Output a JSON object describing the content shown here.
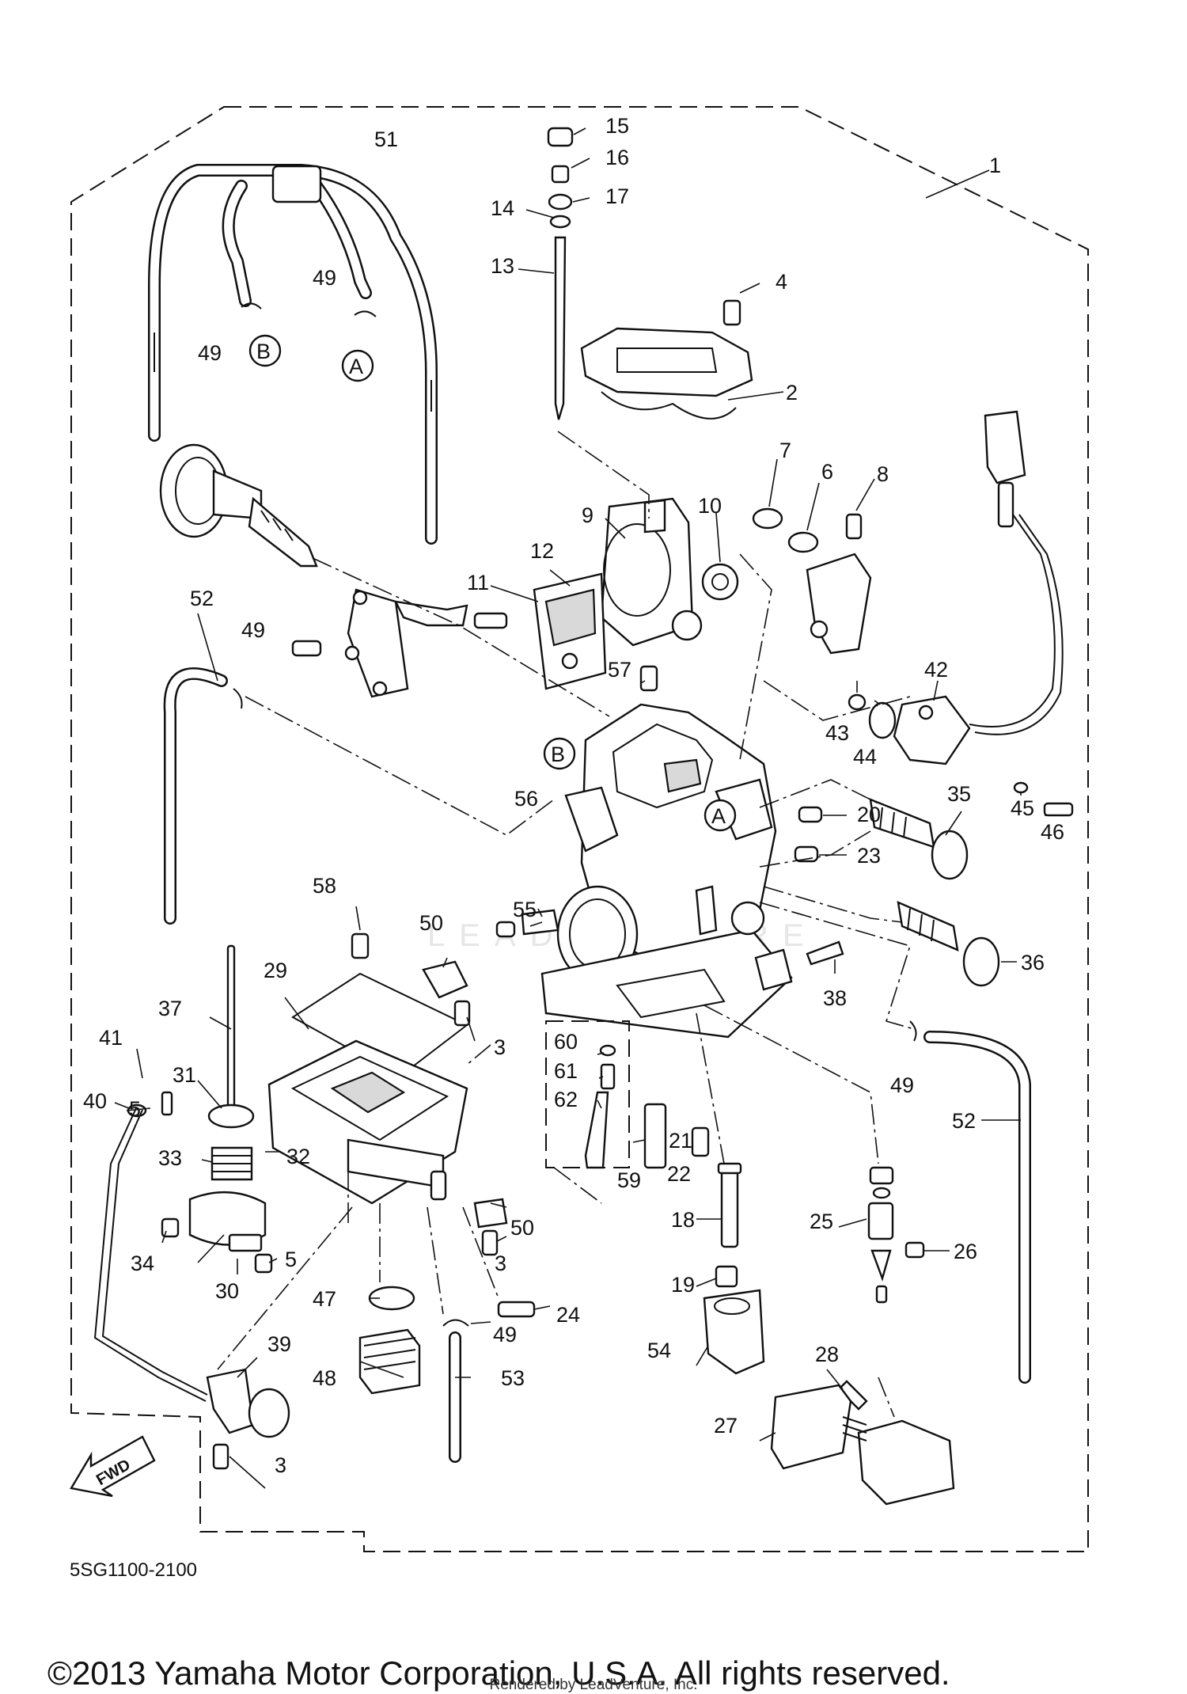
{
  "diagram": {
    "watermark": "LEADVENTURE",
    "code": "5SG1100-2100",
    "copyright": "©2013 Yamaha Motor Corporation, U.S.A. All rights reserved.",
    "rendered_by": "Rendered by LeadVenture, Inc.",
    "fwd_label": "FWD",
    "ref_a": "A",
    "ref_b": "B",
    "callouts": [
      {
        "id": "c1",
        "text": "1"
      },
      {
        "id": "c2",
        "text": "2"
      },
      {
        "id": "c3a",
        "text": "3"
      },
      {
        "id": "c3b",
        "text": "3"
      },
      {
        "id": "c3c",
        "text": "3"
      },
      {
        "id": "c4",
        "text": "4"
      },
      {
        "id": "c5a",
        "text": "5"
      },
      {
        "id": "c5b",
        "text": "5"
      },
      {
        "id": "c6",
        "text": "6"
      },
      {
        "id": "c7",
        "text": "7"
      },
      {
        "id": "c8",
        "text": "8"
      },
      {
        "id": "c9",
        "text": "9"
      },
      {
        "id": "c10",
        "text": "10"
      },
      {
        "id": "c11",
        "text": "11"
      },
      {
        "id": "c12",
        "text": "12"
      },
      {
        "id": "c13",
        "text": "13"
      },
      {
        "id": "c14",
        "text": "14"
      },
      {
        "id": "c15",
        "text": "15"
      },
      {
        "id": "c16",
        "text": "16"
      },
      {
        "id": "c17",
        "text": "17"
      },
      {
        "id": "c18",
        "text": "18"
      },
      {
        "id": "c19",
        "text": "19"
      },
      {
        "id": "c20",
        "text": "20"
      },
      {
        "id": "c21",
        "text": "21"
      },
      {
        "id": "c22",
        "text": "22"
      },
      {
        "id": "c23",
        "text": "23"
      },
      {
        "id": "c24",
        "text": "24"
      },
      {
        "id": "c25",
        "text": "25"
      },
      {
        "id": "c26",
        "text": "26"
      },
      {
        "id": "c27",
        "text": "27"
      },
      {
        "id": "c28",
        "text": "28"
      },
      {
        "id": "c29",
        "text": "29"
      },
      {
        "id": "c30",
        "text": "30"
      },
      {
        "id": "c31",
        "text": "31"
      },
      {
        "id": "c32",
        "text": "32"
      },
      {
        "id": "c33",
        "text": "33"
      },
      {
        "id": "c34",
        "text": "34"
      },
      {
        "id": "c35",
        "text": "35"
      },
      {
        "id": "c36",
        "text": "36"
      },
      {
        "id": "c37",
        "text": "37"
      },
      {
        "id": "c38",
        "text": "38"
      },
      {
        "id": "c39",
        "text": "39"
      },
      {
        "id": "c40",
        "text": "40"
      },
      {
        "id": "c41",
        "text": "41"
      },
      {
        "id": "c42",
        "text": "42"
      },
      {
        "id": "c43",
        "text": "43"
      },
      {
        "id": "c44",
        "text": "44"
      },
      {
        "id": "c45",
        "text": "45"
      },
      {
        "id": "c46",
        "text": "46"
      },
      {
        "id": "c47",
        "text": "47"
      },
      {
        "id": "c48",
        "text": "48"
      },
      {
        "id": "c49a",
        "text": "49"
      },
      {
        "id": "c49b",
        "text": "49"
      },
      {
        "id": "c49c",
        "text": "49"
      },
      {
        "id": "c49d",
        "text": "49"
      },
      {
        "id": "c49e",
        "text": "49"
      },
      {
        "id": "c50a",
        "text": "50"
      },
      {
        "id": "c50b",
        "text": "50"
      },
      {
        "id": "c51",
        "text": "51"
      },
      {
        "id": "c52a",
        "text": "52"
      },
      {
        "id": "c52b",
        "text": "52"
      },
      {
        "id": "c53",
        "text": "53"
      },
      {
        "id": "c54",
        "text": "54"
      },
      {
        "id": "c55",
        "text": "55"
      },
      {
        "id": "c56",
        "text": "56"
      },
      {
        "id": "c57",
        "text": "57"
      },
      {
        "id": "c58",
        "text": "58"
      },
      {
        "id": "c59",
        "text": "59"
      },
      {
        "id": "c60",
        "text": "60"
      },
      {
        "id": "c61",
        "text": "61"
      },
      {
        "id": "c62",
        "text": "62"
      }
    ]
  }
}
